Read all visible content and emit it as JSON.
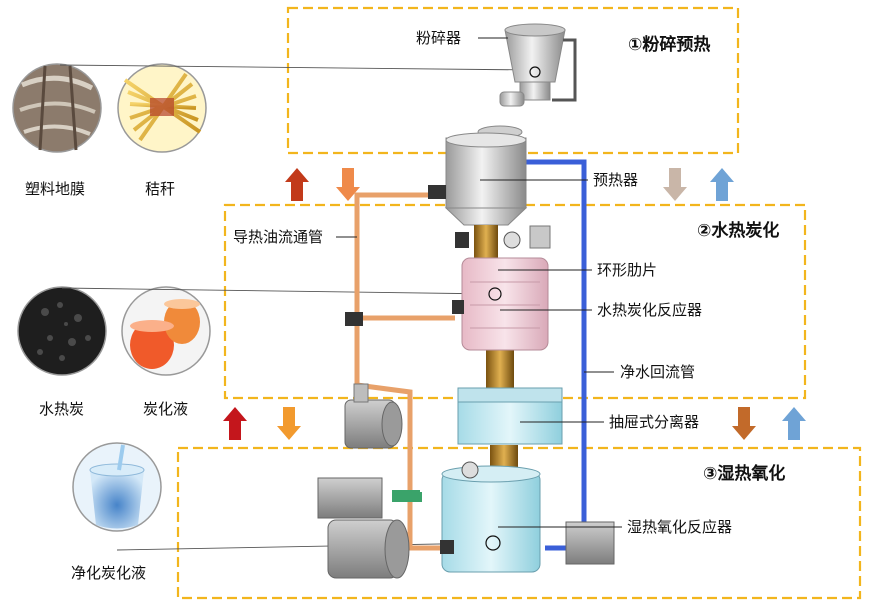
{
  "sections": {
    "s1": "①粉碎预热",
    "s2": "②水热炭化",
    "s3": "③湿热氧化"
  },
  "components": {
    "crusher": "粉碎器",
    "preheater": "预热器",
    "oil_pipe": "导热油流通管",
    "ring_fin": "环形肋片",
    "htc_reactor": "水热炭化反应器",
    "water_pipe": "净水回流管",
    "separator": "抽屉式分离器",
    "wao_reactor": "湿热氧化反应器"
  },
  "materials": {
    "plastic_film": "塑料地膜",
    "straw": "秸秆",
    "hydrochar": "水热炭",
    "char_liquid": "炭化液",
    "purified_liquid": "净化炭化液"
  },
  "colors": {
    "dash": "#f2b51d",
    "oil": "#e8a16a",
    "water": "#3a5fd8",
    "arrow_red": "#c23a1a",
    "arrow_orange": "#f29a2e",
    "arrow_blue": "#6fa3d6"
  }
}
